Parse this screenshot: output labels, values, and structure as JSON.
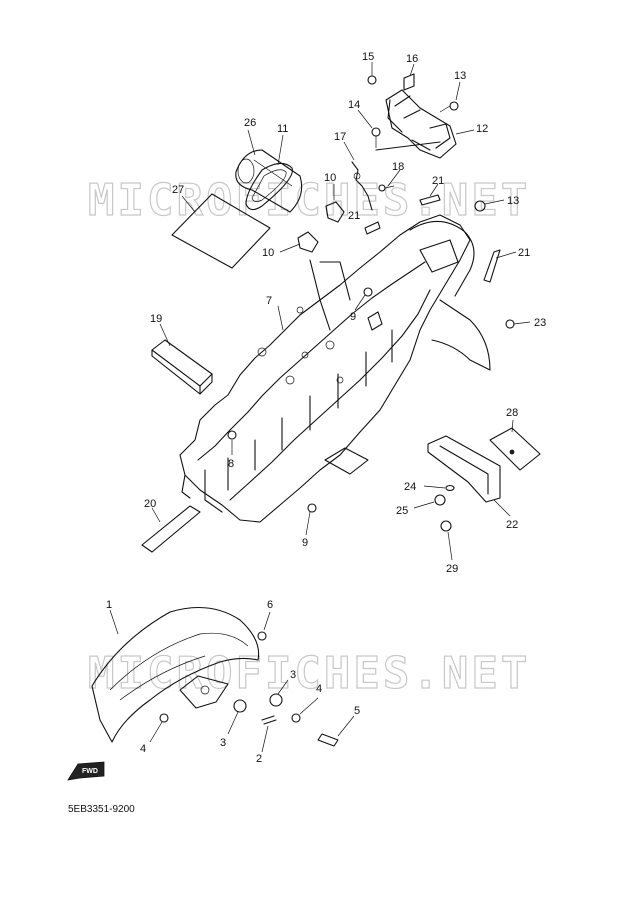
{
  "watermarks": [
    {
      "text": "MICROFICHES.NET"
    },
    {
      "text": "MICROFICHES.NET"
    }
  ],
  "diagram_code": "5EB3351-9200",
  "fwd_label": "FWD",
  "callouts": {
    "c1": "1",
    "c2": "2",
    "c3a": "3",
    "c3b": "3",
    "c4a": "4",
    "c4b": "4",
    "c5": "5",
    "c6": "6",
    "c7": "7",
    "c8": "8",
    "c9a": "9",
    "c9b": "9",
    "c10a": "10",
    "c10b": "10",
    "c11": "11",
    "c12": "12",
    "c13a": "13",
    "c13b": "13",
    "c14": "14",
    "c15": "15",
    "c16": "16",
    "c17": "17",
    "c18": "18",
    "c19": "19",
    "c20": "20",
    "c21a": "21",
    "c21b": "21",
    "c21c": "21",
    "c22": "22",
    "c23": "23",
    "c24": "24",
    "c25": "25",
    "c26": "26",
    "c27": "27",
    "c28": "28",
    "c29": "29"
  }
}
